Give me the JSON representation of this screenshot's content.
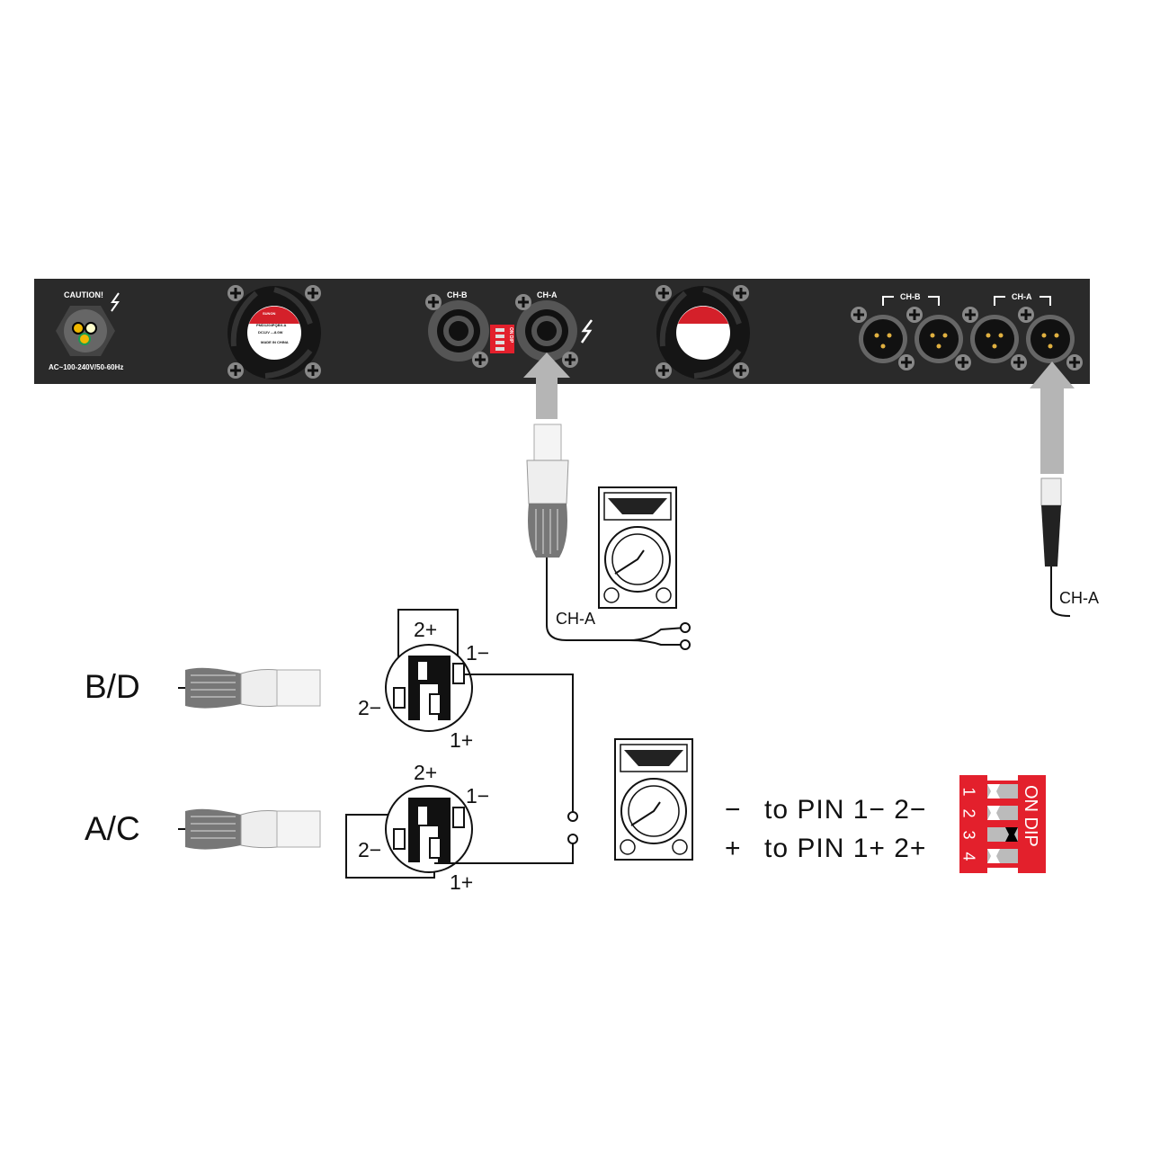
{
  "panel": {
    "caution": "CAUTION!",
    "power_rating": "AC~100-240V/50-60Hz",
    "speakon_b": "CH-B",
    "speakon_a": "CH-A",
    "xlr_b": "CH-B",
    "xlr_a": "CH-A",
    "fan_brand": "SUNON",
    "fan_model": "PMD1204PQBX-A",
    "fan_power": "DC12V ---8.0W",
    "fan_origin": "MADE IN CHINA",
    "small_dip_label": "ON DIP"
  },
  "cables": {
    "speakon_cable_label": "CH-A",
    "xlr_cable_label": "CH-A"
  },
  "wiring": {
    "bd_label": "B/D",
    "ac_label": "A/C",
    "bd_pins": {
      "p2plus": "2+",
      "p1minus": "1−",
      "p2minus": "2−",
      "p1plus": "1+"
    },
    "ac_pins": {
      "p2plus": "2+",
      "p1minus": "1−",
      "p2minus": "2−",
      "p1plus": "1+"
    }
  },
  "instructions": {
    "minus_sign": "−",
    "minus_text": "to  PIN 1− 2−",
    "plus_sign": "+",
    "plus_text": "to  PIN 1+ 2+"
  },
  "dip_switch": {
    "title": "ON DIP",
    "numbers": [
      "1",
      "2",
      "3",
      "4"
    ],
    "on_states": [
      false,
      false,
      true,
      false
    ],
    "color": "#e3202c"
  }
}
